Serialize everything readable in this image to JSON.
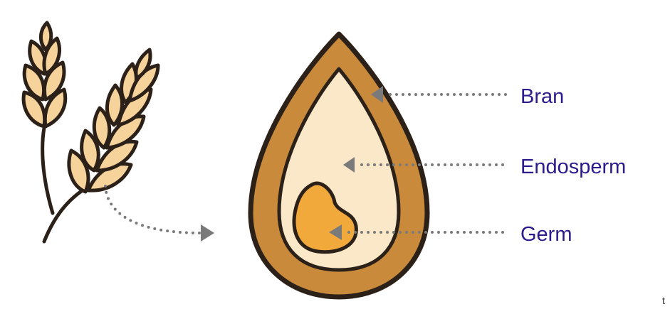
{
  "labels": {
    "bran": "Bran",
    "endosperm": "Endosperm",
    "germ": "Germ"
  },
  "corner_mark": "t",
  "colors": {
    "label_text": "#2d1a8c",
    "outline": "#2b2118",
    "bran_fill": "#c98a3c",
    "endosperm_fill": "#fbe8c8",
    "germ_fill": "#f2a93b",
    "wheat_fill": "#f7d39c",
    "pointer": "#7a7a7a"
  }
}
